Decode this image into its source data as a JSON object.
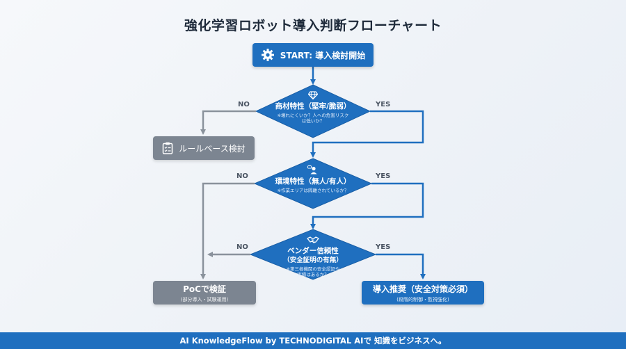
{
  "title": "強化学習ロボット導入判断フローチャート",
  "start": {
    "label": "START: 導入検討開始",
    "icon": "gear-icon"
  },
  "decisions": [
    {
      "title": "商材特性（堅牢/脆弱）",
      "sub1": "※壊れにくいか？人への危害リスク",
      "sub2": "は低いか？",
      "icon": "gem-icon"
    },
    {
      "title": "環境特性（無人/有人）",
      "sub1": "※作業エリアは隔離されているか？",
      "sub2": "",
      "icon": "person-chat-icon"
    },
    {
      "title": "ベンダー信頼性",
      "title2": "（安全証明の有無）",
      "sub1": "※第三者機関の安全認証や",
      "sub2": "実績はあるか？",
      "icon": "handshake-icon"
    }
  ],
  "outcomes": {
    "rule_based": {
      "label": "ルールベース検討",
      "icon": "clipboard-icon"
    },
    "poc": {
      "label": "PoCで検証",
      "sub": "(部分導入・試験運用)"
    },
    "adopt": {
      "label": "導入推奨（安全対策必須）",
      "sub": "(段階的制御・監視強化)"
    }
  },
  "branch_labels": {
    "no": "NO",
    "yes": "YES"
  },
  "colors": {
    "primary": "#1f6fbf",
    "gray": "#7c8591",
    "gray_line": "#8a929c"
  },
  "footer": "AI KnowledgeFlow by TECHNODIGITAL  AIで 知識をビジネスへ。"
}
